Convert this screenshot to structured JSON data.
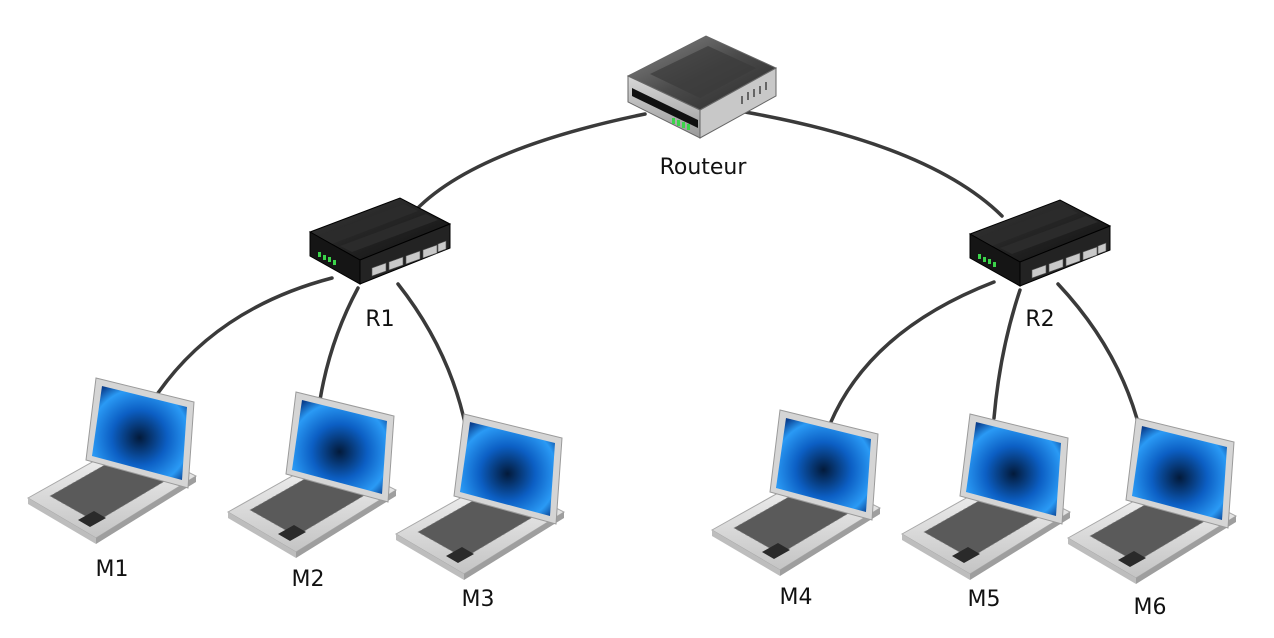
{
  "nodes": {
    "router": {
      "label": "Routeur",
      "icon": "router-icon"
    },
    "r1": {
      "label": "R1",
      "icon": "switch-icon"
    },
    "r2": {
      "label": "R2",
      "icon": "switch-icon"
    },
    "m1": {
      "label": "M1",
      "icon": "laptop-icon"
    },
    "m2": {
      "label": "M2",
      "icon": "laptop-icon"
    },
    "m3": {
      "label": "M3",
      "icon": "laptop-icon"
    },
    "m4": {
      "label": "M4",
      "icon": "laptop-icon"
    },
    "m5": {
      "label": "M5",
      "icon": "laptop-icon"
    },
    "m6": {
      "label": "M6",
      "icon": "laptop-icon"
    }
  },
  "links": [
    [
      "router",
      "r1"
    ],
    [
      "router",
      "r2"
    ],
    [
      "r1",
      "m1"
    ],
    [
      "r1",
      "m2"
    ],
    [
      "r1",
      "m3"
    ],
    [
      "r2",
      "m4"
    ],
    [
      "r2",
      "m5"
    ],
    [
      "r2",
      "m6"
    ]
  ],
  "colors": {
    "cable": "#3a3a3a",
    "screen": "#1a6fd0",
    "switch_body": "#1c1c1c",
    "led": "#3bd44a"
  }
}
